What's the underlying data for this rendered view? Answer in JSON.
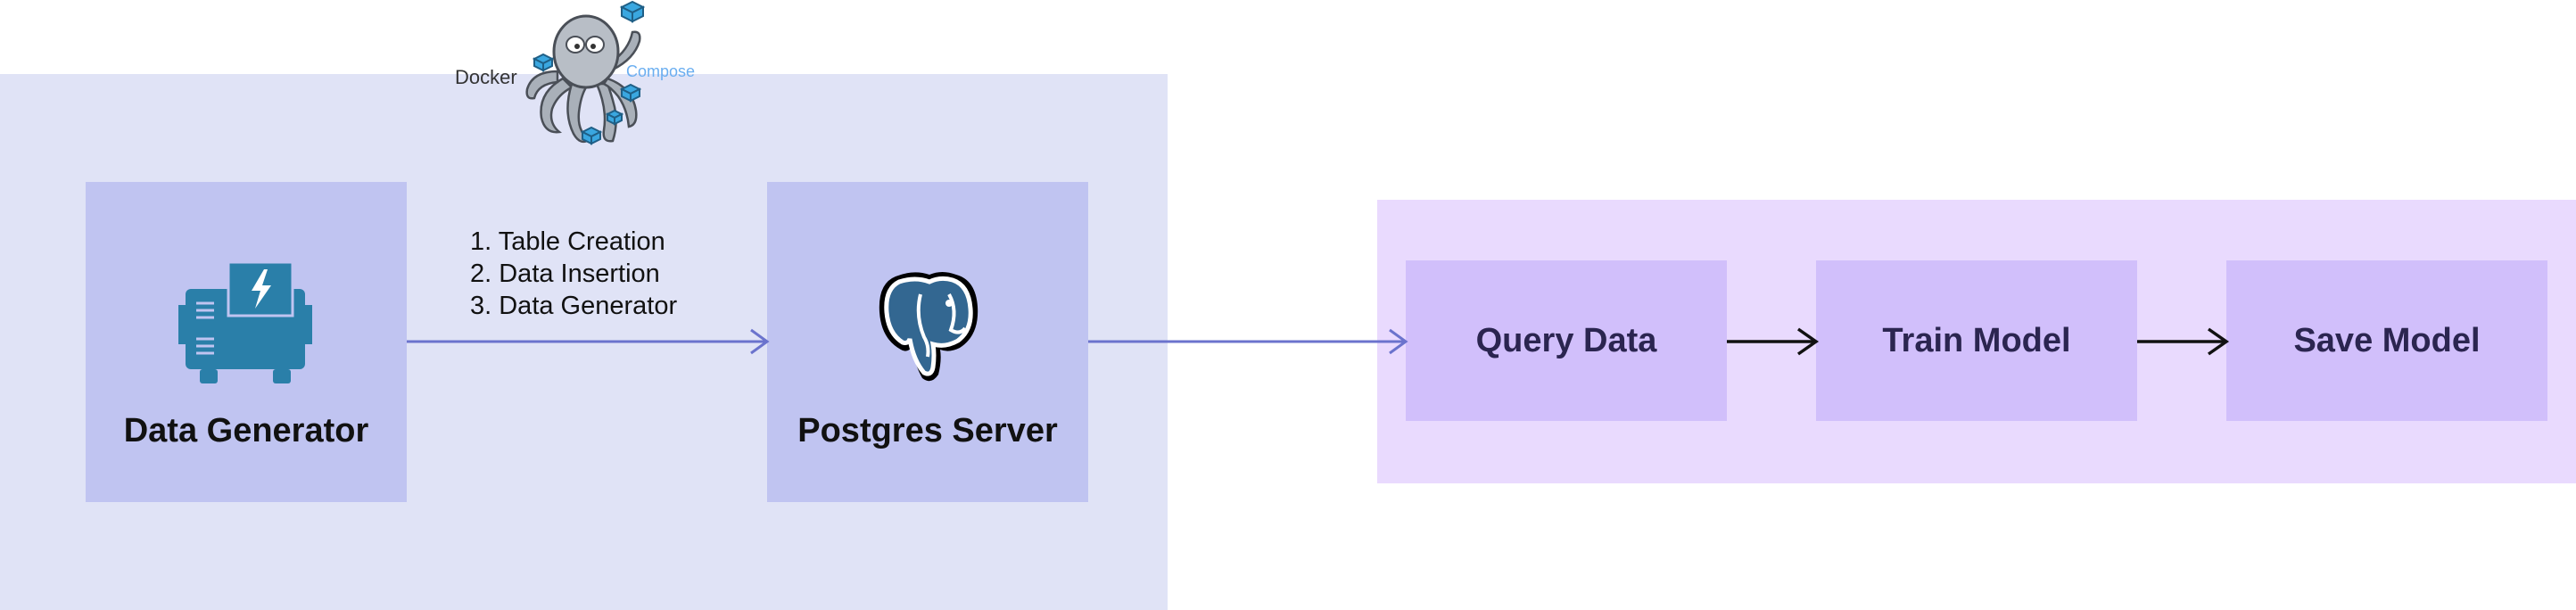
{
  "diagram": {
    "docker_logo": {
      "word_left": "Docker",
      "word_right": "Compose",
      "icon": "octopus-logo-icon"
    },
    "nodes": {
      "data_generator": {
        "label": "Data Generator",
        "icon": "data-generator-icon"
      },
      "postgres_server": {
        "label": "Postgres Server",
        "icon": "postgresql-elephant-icon"
      }
    },
    "edge_steps": [
      "1. Table Creation",
      "2. Data Insertion",
      "3. Data Generator"
    ],
    "pipeline": [
      {
        "label": "Query Data"
      },
      {
        "label": "Train Model"
      },
      {
        "label": "Save Model"
      }
    ],
    "colors": {
      "docker_group_bg": "#e0e3f6",
      "node_bg": "#c0c4f1",
      "pipeline_group_bg": "#e9dafe",
      "pipeline_step_bg": "#d1bffb",
      "pipeline_text": "#2b2550",
      "edge_blue": "#6b73cd",
      "edge_dark": "#111111",
      "generator_icon": "#2a7fa9",
      "compose_text": "#6aaef0"
    }
  }
}
